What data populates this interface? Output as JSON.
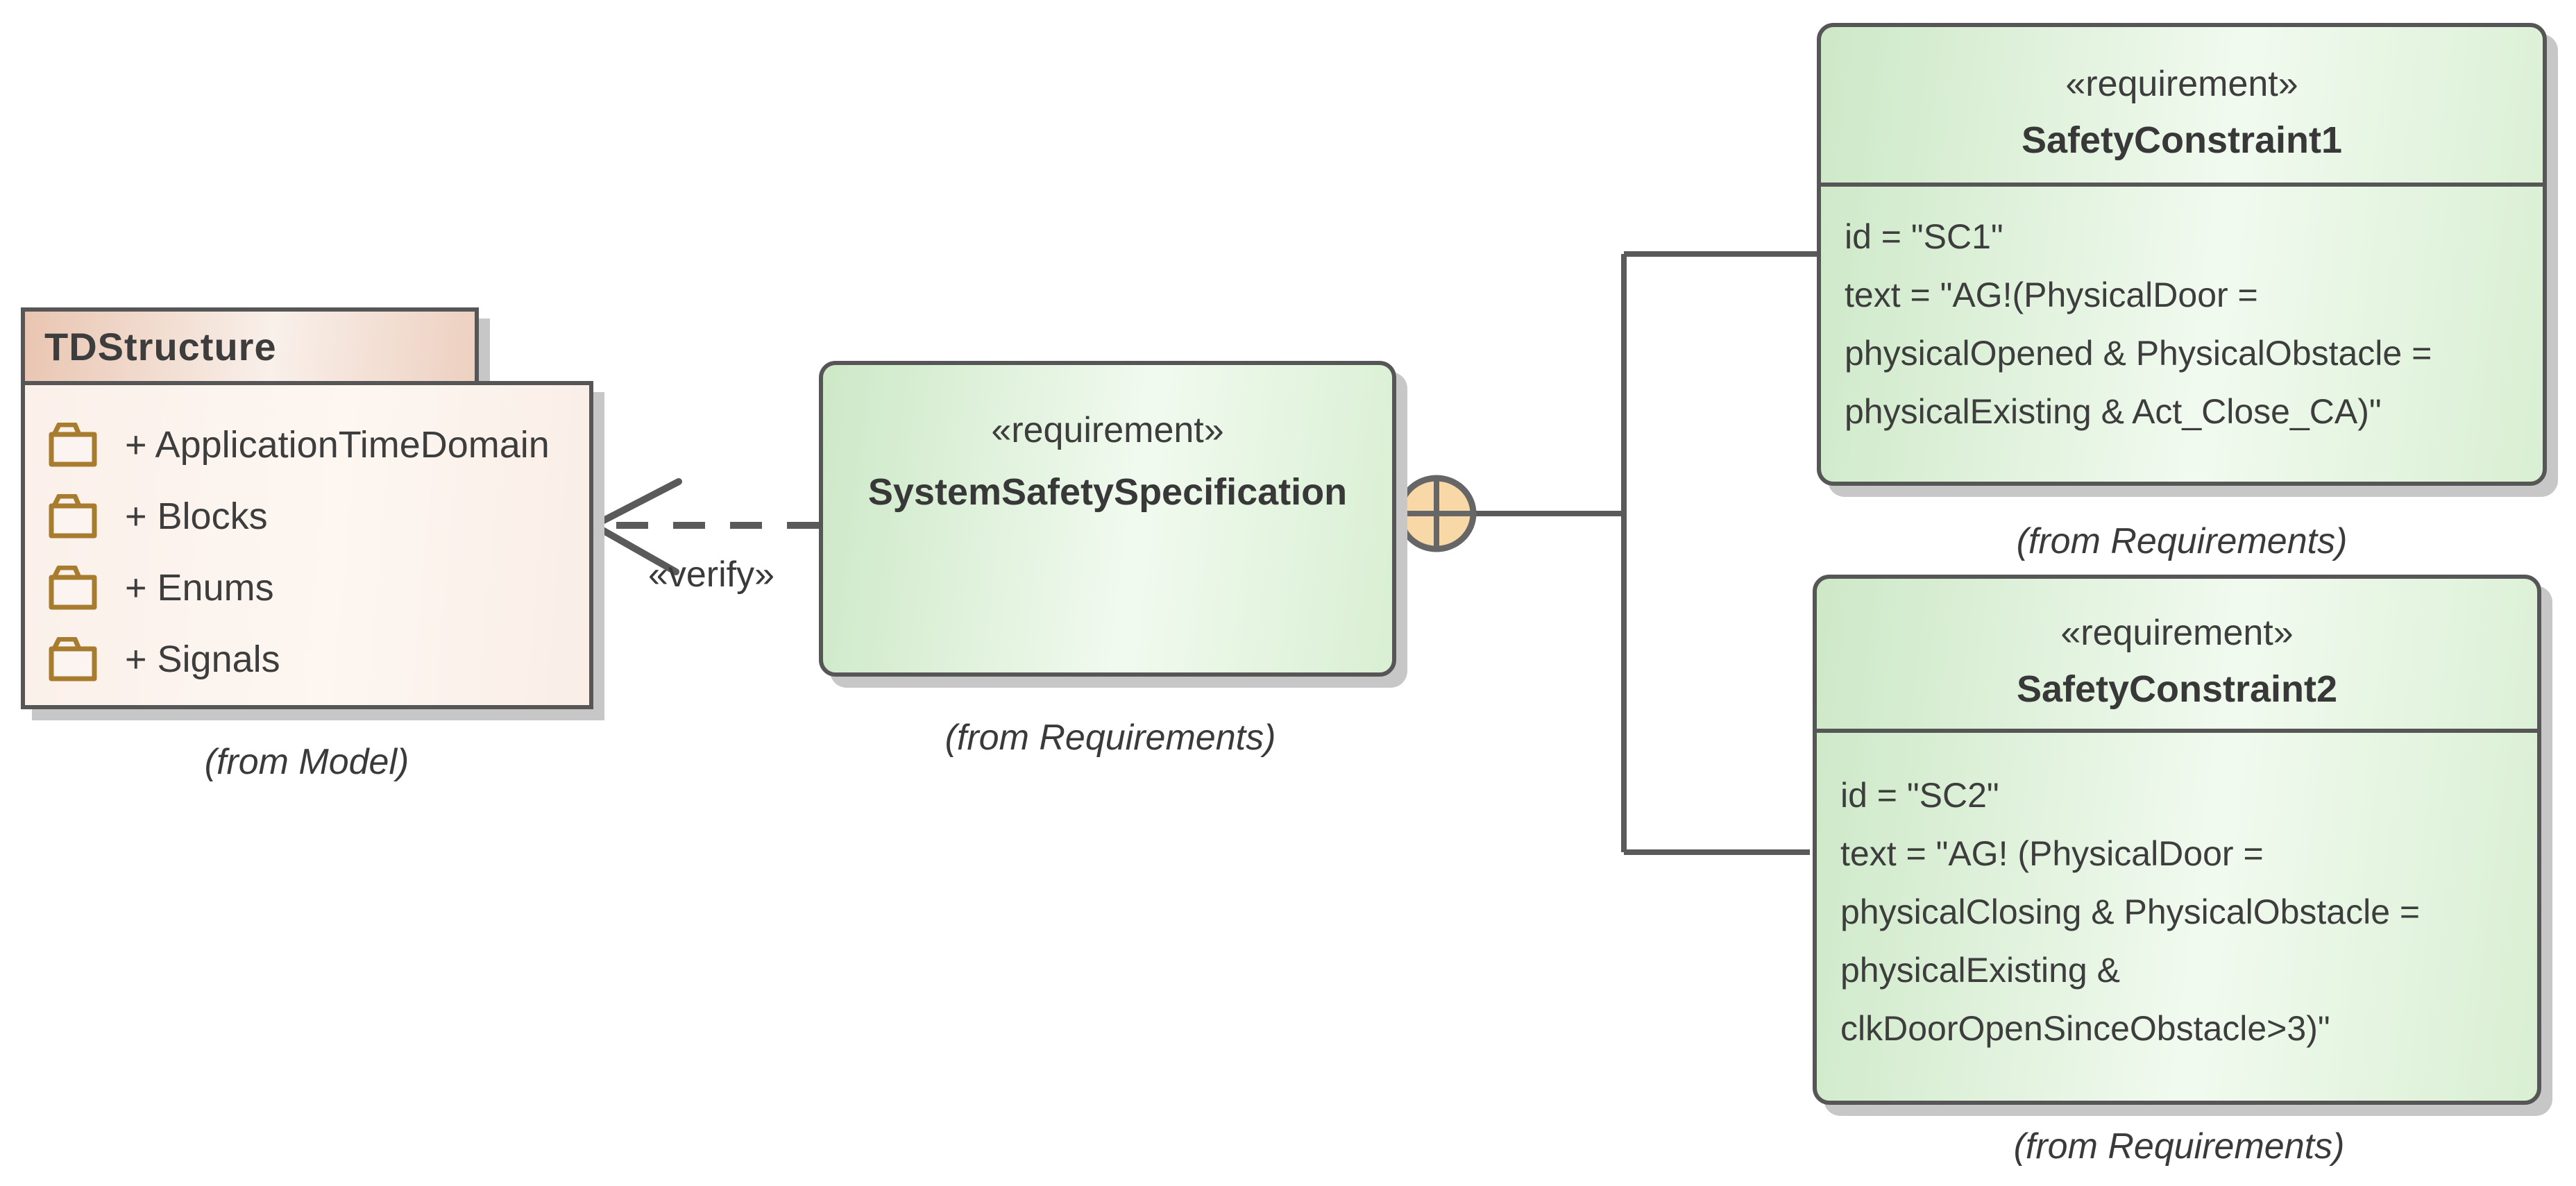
{
  "colors": {
    "border_gray": "#565656",
    "connector_gray": "#5a5a5a",
    "text": "#3d3d3d",
    "green_edge": "#cde8c7",
    "green_light": "#f1faef",
    "peach_edge": "#e9c5b1",
    "peach_light": "#f9f0ea",
    "package_body_fill": "#fbf0ea",
    "folder_brown": "#a87c2e",
    "aggregation_circle_fill": "#f7d8a6",
    "shadow": "#c7c7c7"
  },
  "package": {
    "title": "TDStructure",
    "items": [
      {
        "label": "+ ApplicationTimeDomain"
      },
      {
        "label": "+ Blocks"
      },
      {
        "label": "+ Enums"
      },
      {
        "label": "+ Signals"
      }
    ],
    "from_label": "(from Model)"
  },
  "verify": {
    "label": "«verify»"
  },
  "spec": {
    "stereotype": "«requirement»",
    "name": "SystemSafetySpecification",
    "from_label": "(from Requirements)"
  },
  "sc1": {
    "stereotype": "«requirement»",
    "name": "SafetyConstraint1",
    "lines": [
      "id = \"SC1\"",
      "text = \"AG!(PhysicalDoor =",
      "physicalOpened & PhysicalObstacle =",
      "physicalExisting & Act_Close_CA)\""
    ],
    "from_label": "(from Requirements)"
  },
  "sc2": {
    "stereotype": "«requirement»",
    "name": "SafetyConstraint2",
    "lines": [
      "id = \"SC2\"",
      "text = \"AG! (PhysicalDoor =",
      "physicalClosing & PhysicalObstacle =",
      "physicalExisting &",
      "clkDoorOpenSinceObstacle>3)\""
    ],
    "from_label": "(from Requirements)"
  }
}
